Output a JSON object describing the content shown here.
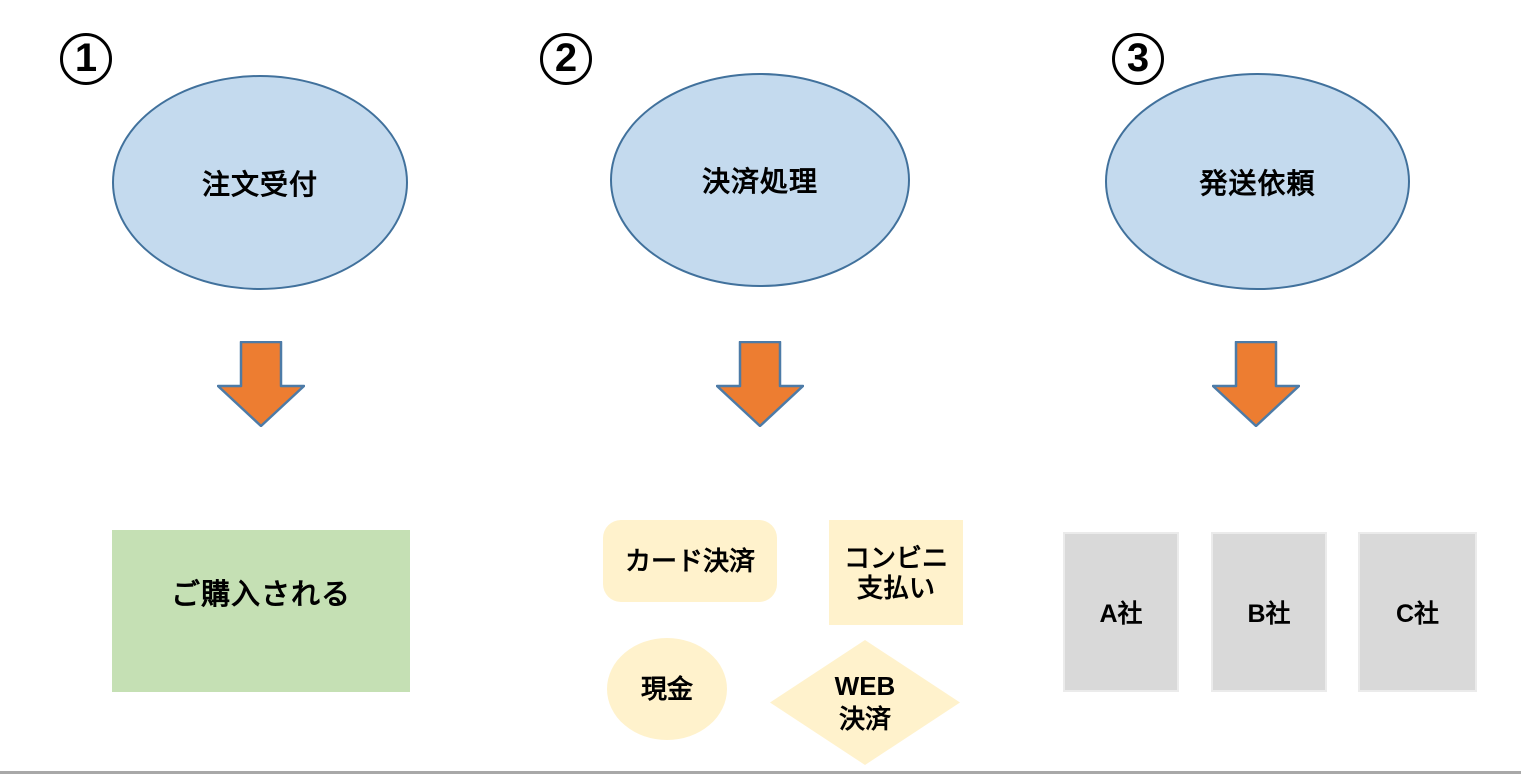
{
  "colors": {
    "ellipse_fill": "#c4daee",
    "ellipse_border": "#41719c",
    "arrow_fill": "#ed7d31",
    "arrow_border": "#4d7ba7",
    "purchase_fill": "#c5e0b4",
    "option_fill": "#fff2cc",
    "vendor_fill": "#d9d9d9",
    "vendor_border": "#ebebeb",
    "bottom_bar": "#a8a8a8",
    "text": "#000000"
  },
  "diagram": {
    "steps": [
      {
        "index": "1",
        "title": "注文受付",
        "outcome": {
          "label": "ご購入される",
          "shape": "rectangle"
        }
      },
      {
        "index": "2",
        "title": "決済処理",
        "options": [
          {
            "label": "カード決済",
            "shape": "rounded-rectangle"
          },
          {
            "line1": "コンビニ",
            "line2": "支払い",
            "shape": "rectangle"
          },
          {
            "label": "現金",
            "shape": "circle"
          },
          {
            "line1": "WEB",
            "line2": "決済",
            "shape": "diamond"
          }
        ]
      },
      {
        "index": "3",
        "title": "発送依頼",
        "vendors": [
          {
            "label": "A社"
          },
          {
            "label": "B社"
          },
          {
            "label": "C社"
          }
        ]
      }
    ]
  }
}
